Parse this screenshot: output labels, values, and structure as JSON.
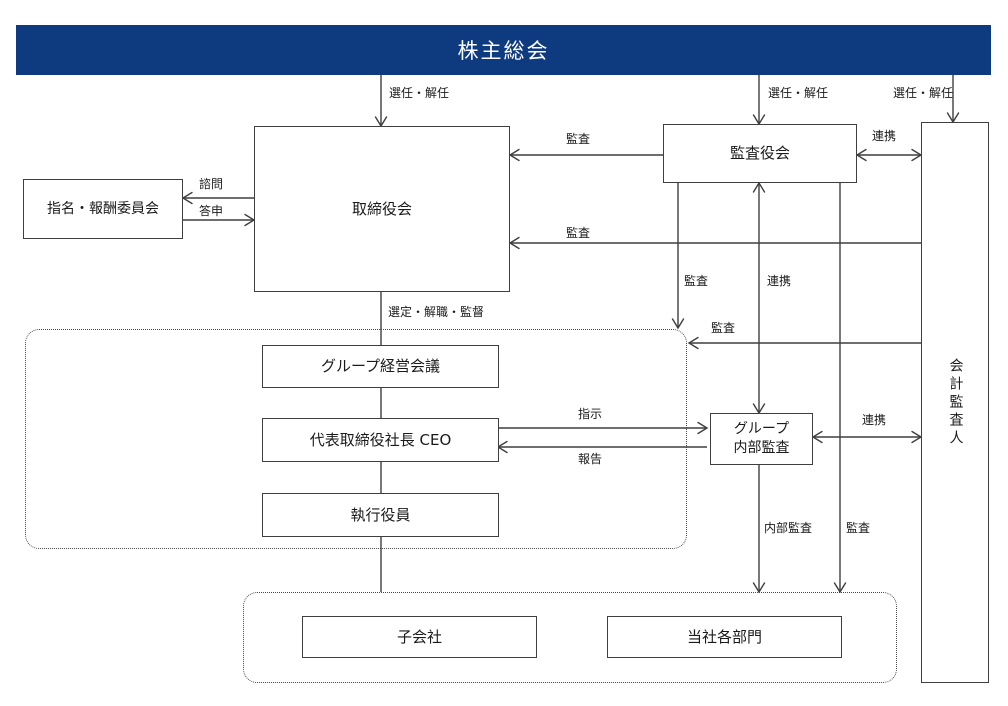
{
  "banner": {
    "title": "株主総会",
    "bg_color": "#0e3a80",
    "text_color": "#ffffff"
  },
  "nodes": {
    "board_of_directors": "取締役会",
    "nomination_compensation_committee": "指名・報酬委員会",
    "audit_supervisory_board": "監査役会",
    "accounting_auditor": "会計監査人",
    "group_management_meeting": "グループ経営会議",
    "president_ceo": "代表取締役社長 CEO",
    "executive_officers": "執行役員",
    "group_internal_audit": {
      "line1": "グループ",
      "line2": "内部監査"
    },
    "subsidiaries": "子会社",
    "company_departments": "当社各部門"
  },
  "edge_labels": {
    "appointment_dismissal": "選任・解任",
    "audit": "監査",
    "cooperation": "連携",
    "consultation": "諮問",
    "report_back": "答申",
    "selection_dismissal_supervision": "選定・解職・監督",
    "instruction": "指示",
    "report": "報告",
    "internal_audit": "内部監査"
  },
  "colors": {
    "line": "#3f3f3f",
    "border": "#3f3f3f",
    "dotted_border": "#4a4a4a",
    "background": "#ffffff"
  }
}
